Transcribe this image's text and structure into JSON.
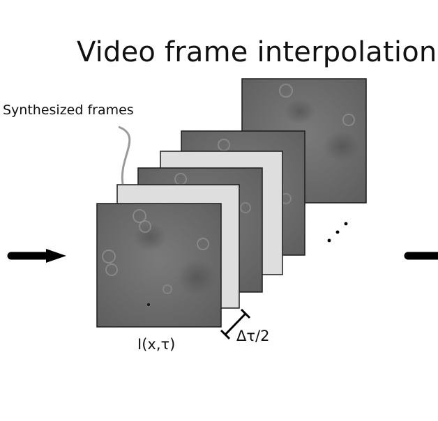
{
  "title": "Video frame interpolation",
  "callout": {
    "label": "Synthesized frames"
  },
  "front_frame": {
    "label": "I(x,τ)"
  },
  "spacing": {
    "label": "Δτ/2"
  },
  "ellipsis": "...",
  "colors": {
    "frame_dark": "#6f6f6f",
    "frame_light": "#dedede",
    "frame_border": "#1c1c1c",
    "arrow": "#000000",
    "callout_line": "#9a9a9a"
  },
  "frames": [
    {
      "id": "frame-back",
      "kind": "dark"
    },
    {
      "id": "frame-4",
      "kind": "dark"
    },
    {
      "id": "frame-3",
      "kind": "light"
    },
    {
      "id": "frame-2",
      "kind": "dark"
    },
    {
      "id": "frame-1",
      "kind": "light"
    },
    {
      "id": "frame-front",
      "kind": "dark"
    }
  ]
}
